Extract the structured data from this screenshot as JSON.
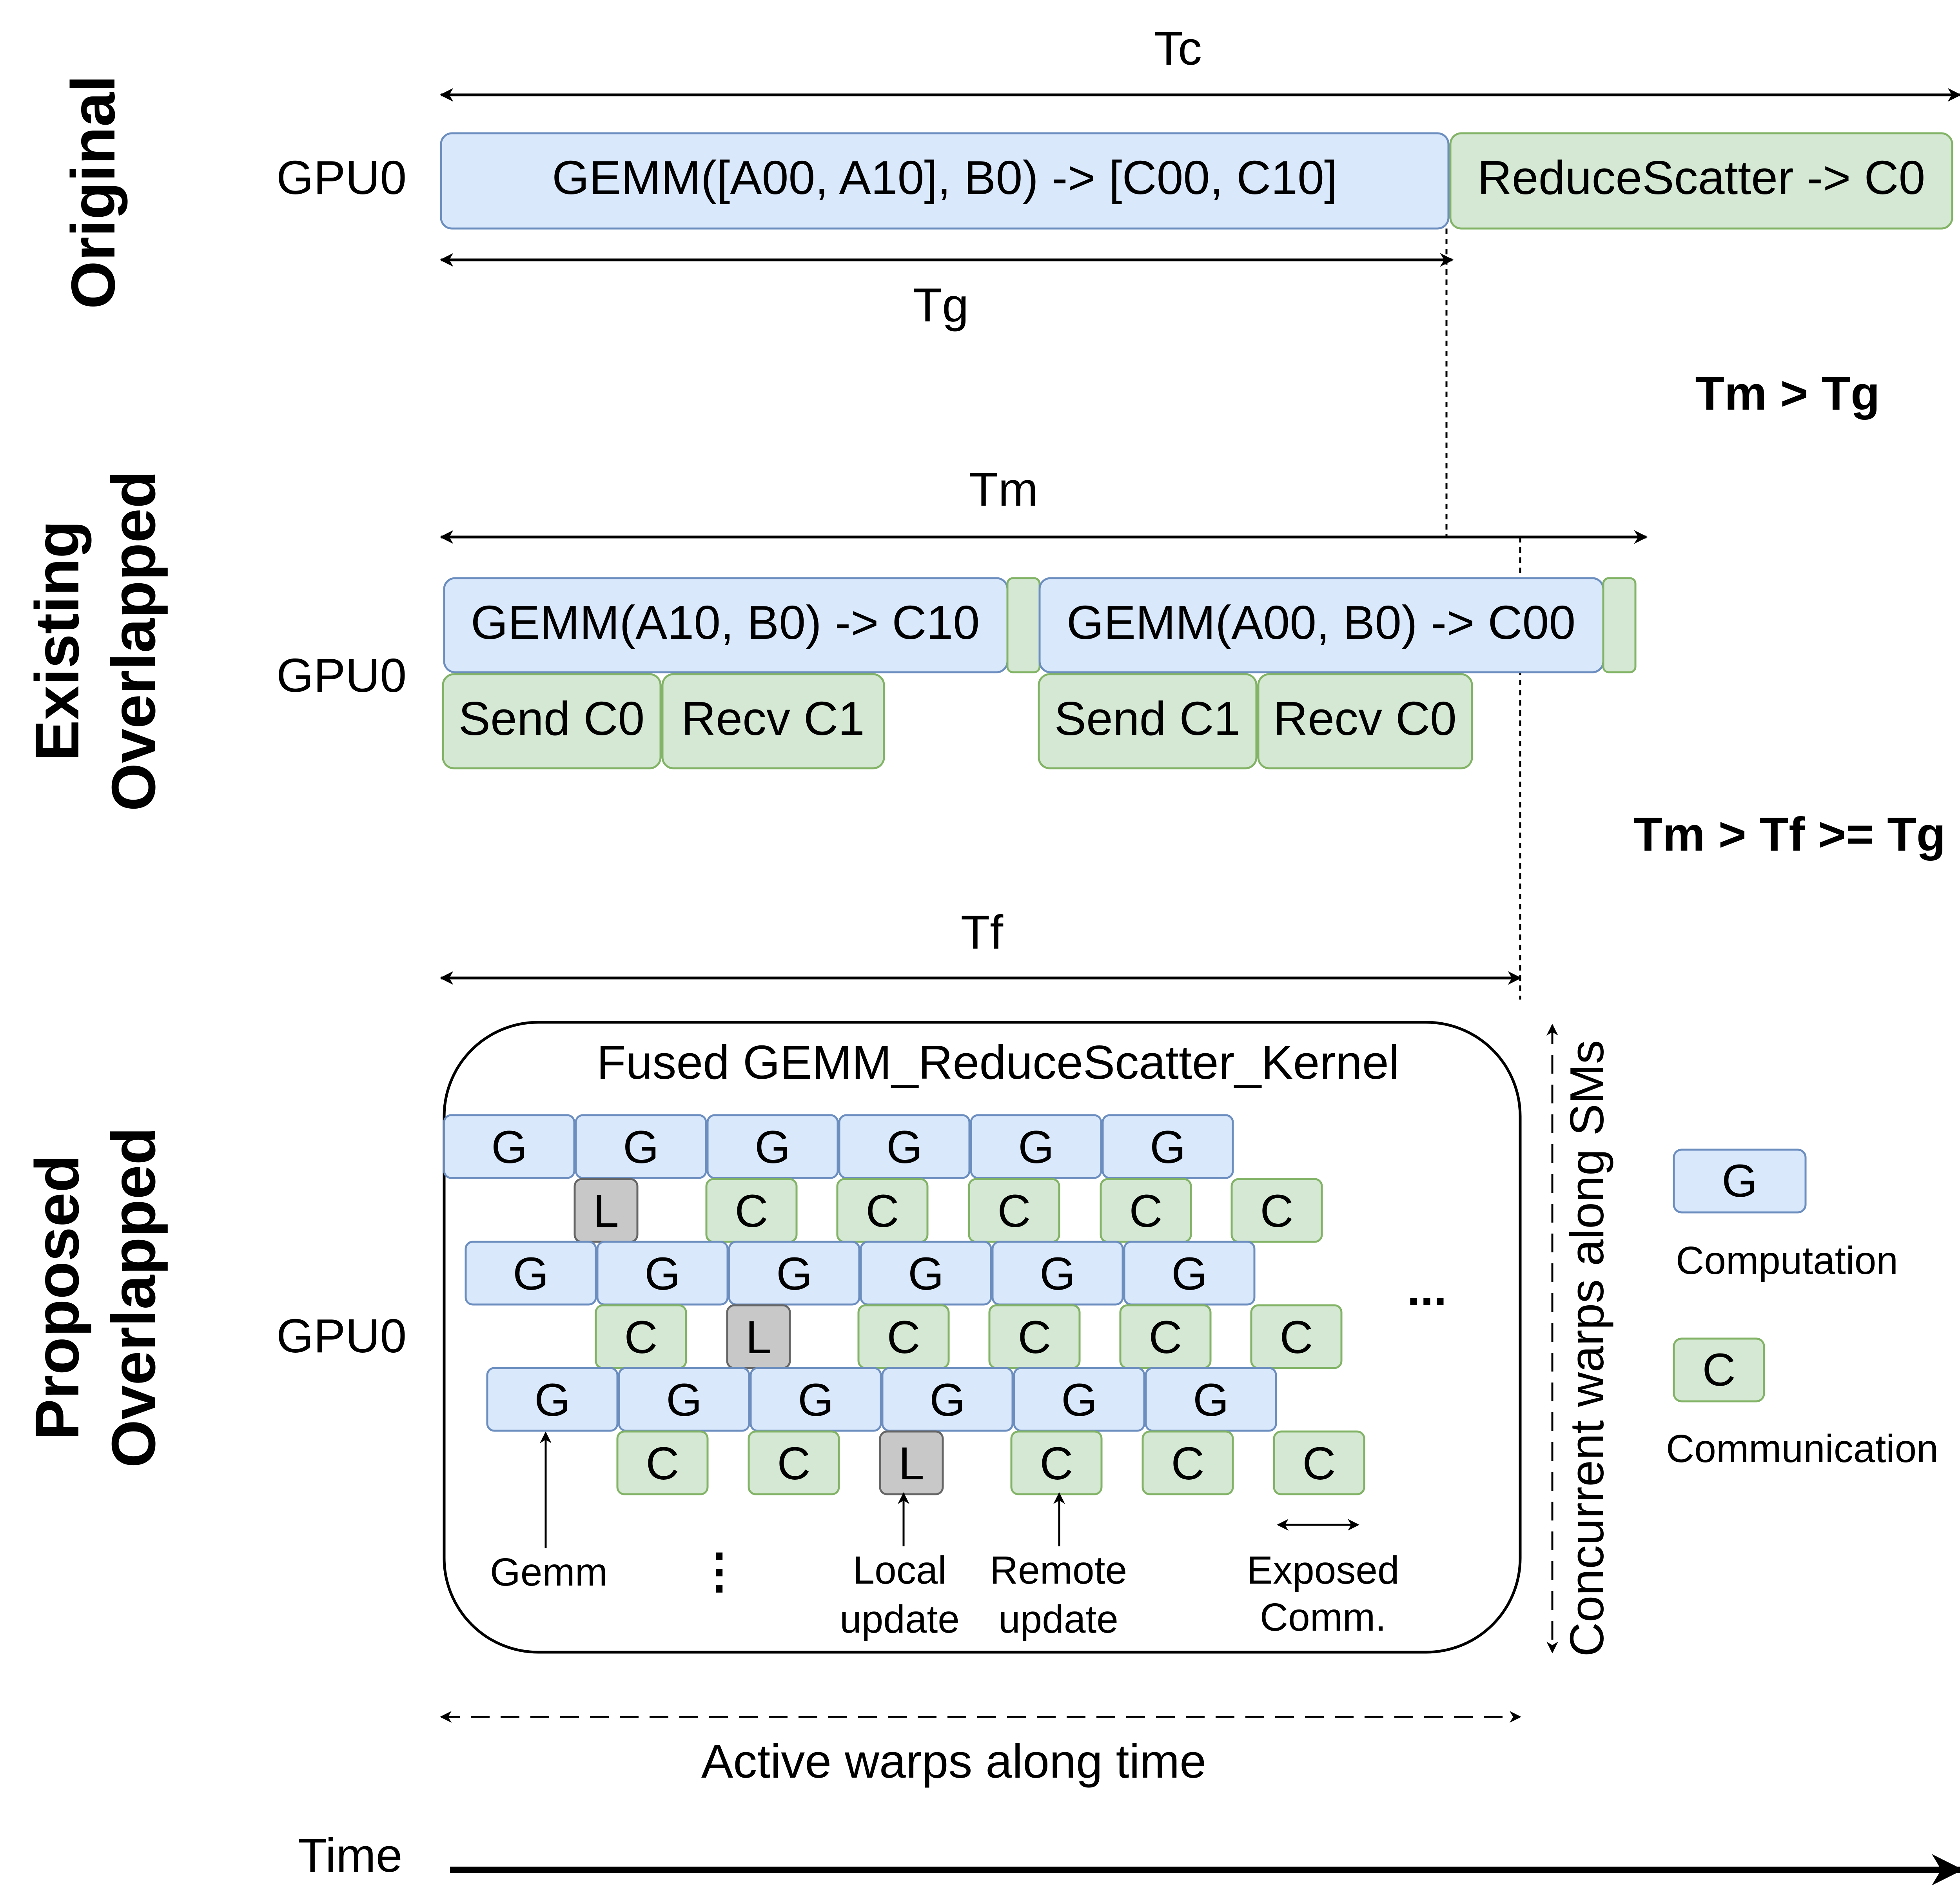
{
  "sections": {
    "original": "Original",
    "existing": [
      "Existing",
      "Overlapped"
    ],
    "proposed": [
      "Proposed",
      "Overlapped"
    ]
  },
  "gpu_label": "GPU0",
  "original": {
    "gemm": "GEMM([A00, A10], B0) -> [C00, C10]",
    "reduce_scatter": "ReduceScatter -> C0",
    "tc": "Tc",
    "tg": "Tg"
  },
  "existing": {
    "gemm1": "GEMM(A10, B0) -> C10",
    "gemm2": "GEMM(A00, B0) -> C00",
    "send_c0": "Send C0",
    "recv_c1": "Recv C1",
    "send_c1": "Send C1",
    "recv_c0": "Recv C0",
    "tm": "Tm"
  },
  "relations": {
    "r1": "Tm > Tg",
    "r2": "Tm > Tf >= Tg"
  },
  "proposed": {
    "tf": "Tf",
    "kernel_title": "Fused GEMM_ReduceScatter_Kernel",
    "g": "G",
    "c": "C",
    "l": "L",
    "ellipsis_h": "...",
    "ellipsis_v": "⋮",
    "annotations": {
      "gemm": "Gemm",
      "local": [
        "Local",
        "update"
      ],
      "remote": [
        "Remote",
        "update"
      ],
      "exposed": [
        "Exposed",
        "Comm."
      ]
    },
    "active_warps": "Active warps along time",
    "concurrent_warps": "Concurrent warps along SMs"
  },
  "legend": {
    "g": "G",
    "g_label": "Computation",
    "c": "C",
    "c_label": "Communication"
  },
  "time_label": "Time",
  "colors": {
    "computation_fill": "#dae8fc",
    "computation_stroke": "#6c8ebf",
    "communication_fill": "#d5e8d4",
    "communication_stroke": "#82b366",
    "local_fill": "#c8c8c8"
  }
}
